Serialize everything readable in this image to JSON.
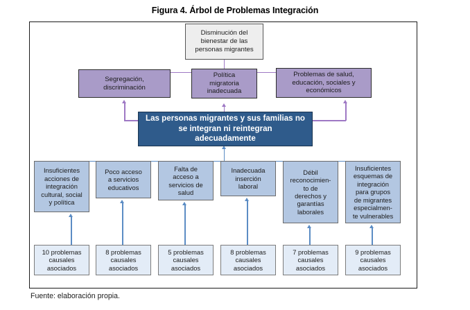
{
  "figure": {
    "title": "Figura 4. Árbol de Problemas Integración",
    "source": "Fuente: elaboración propia."
  },
  "colors": {
    "effect_top_fill": "#eeeeee",
    "effect_fill": "#a99bc8",
    "core_fill": "#2f5b8b",
    "core_text": "#ffffff",
    "cause_fill": "#b3c7e2",
    "sub_fill": "#e3ecf7",
    "purple_connector": "#9e78c4",
    "blue_connector": "#5b8cc4",
    "frame_border": "#1a1a1a"
  },
  "diagram": {
    "type": "problem-tree",
    "top_effect": {
      "label": "Disminución del\nbienestar de las\npersonas migrantes"
    },
    "effects": [
      {
        "label": "Segregación,\ndiscriminación"
      },
      {
        "label": "Política\nmigratoria\ninadecuada"
      },
      {
        "label": "Problemas de salud,\neducación, sociales y\neconómicos"
      }
    ],
    "core_problem": {
      "label": "Las personas migrantes y sus familias no\nse integran ni reintegran\nadecuadamente"
    },
    "causes": [
      {
        "label": "Insuficientes\nacciones de\nintegración\ncultural, social\ny política",
        "sub": "10 problemas\ncausales\nasociados",
        "count": 10
      },
      {
        "label": "Poco acceso\na servicios\neducativos",
        "sub": "8 problemas\ncausales\nasociados",
        "count": 8
      },
      {
        "label": "Falta de\nacceso a\nservicios de\nsalud",
        "sub": "5 problemas\ncausales\nasociados",
        "count": 5
      },
      {
        "label": "Inadecuada\ninserción\nlaboral",
        "sub": "8 problemas\ncausales\nasociados",
        "count": 8
      },
      {
        "label": "Débil\nreconocimien-\nto de\nderechos y\ngarantías\nlaborales",
        "sub": "7 problemas\ncausales\nasociados",
        "count": 7
      },
      {
        "label": "Insuficientes\nesquemas de\nintegración\npara grupos\nde migrantes\nespecialmen-\nte vulnerables",
        "sub": "9 problemas\ncausales\nasociados",
        "count": 9
      }
    ]
  }
}
